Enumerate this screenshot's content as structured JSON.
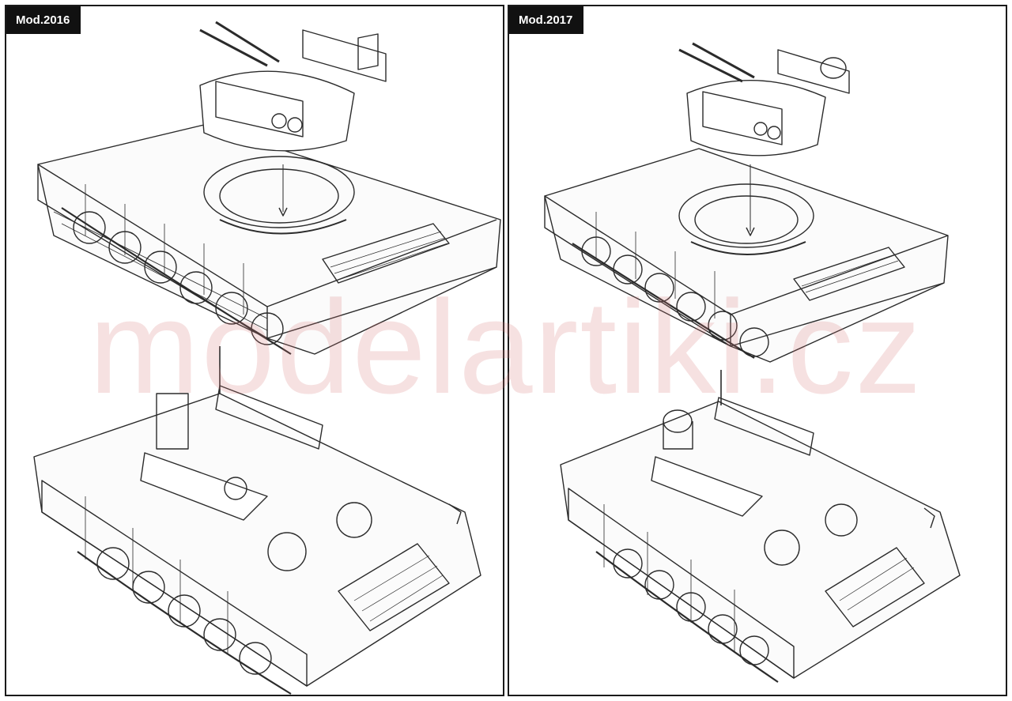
{
  "panels": [
    {
      "label": "Mod.2016"
    },
    {
      "label": "Mod.2017"
    }
  ],
  "watermark": "modelartiki.cz",
  "colors": {
    "line": "#2b2b2b",
    "label_bg": "#111111",
    "watermark": "#e8a0a0"
  }
}
